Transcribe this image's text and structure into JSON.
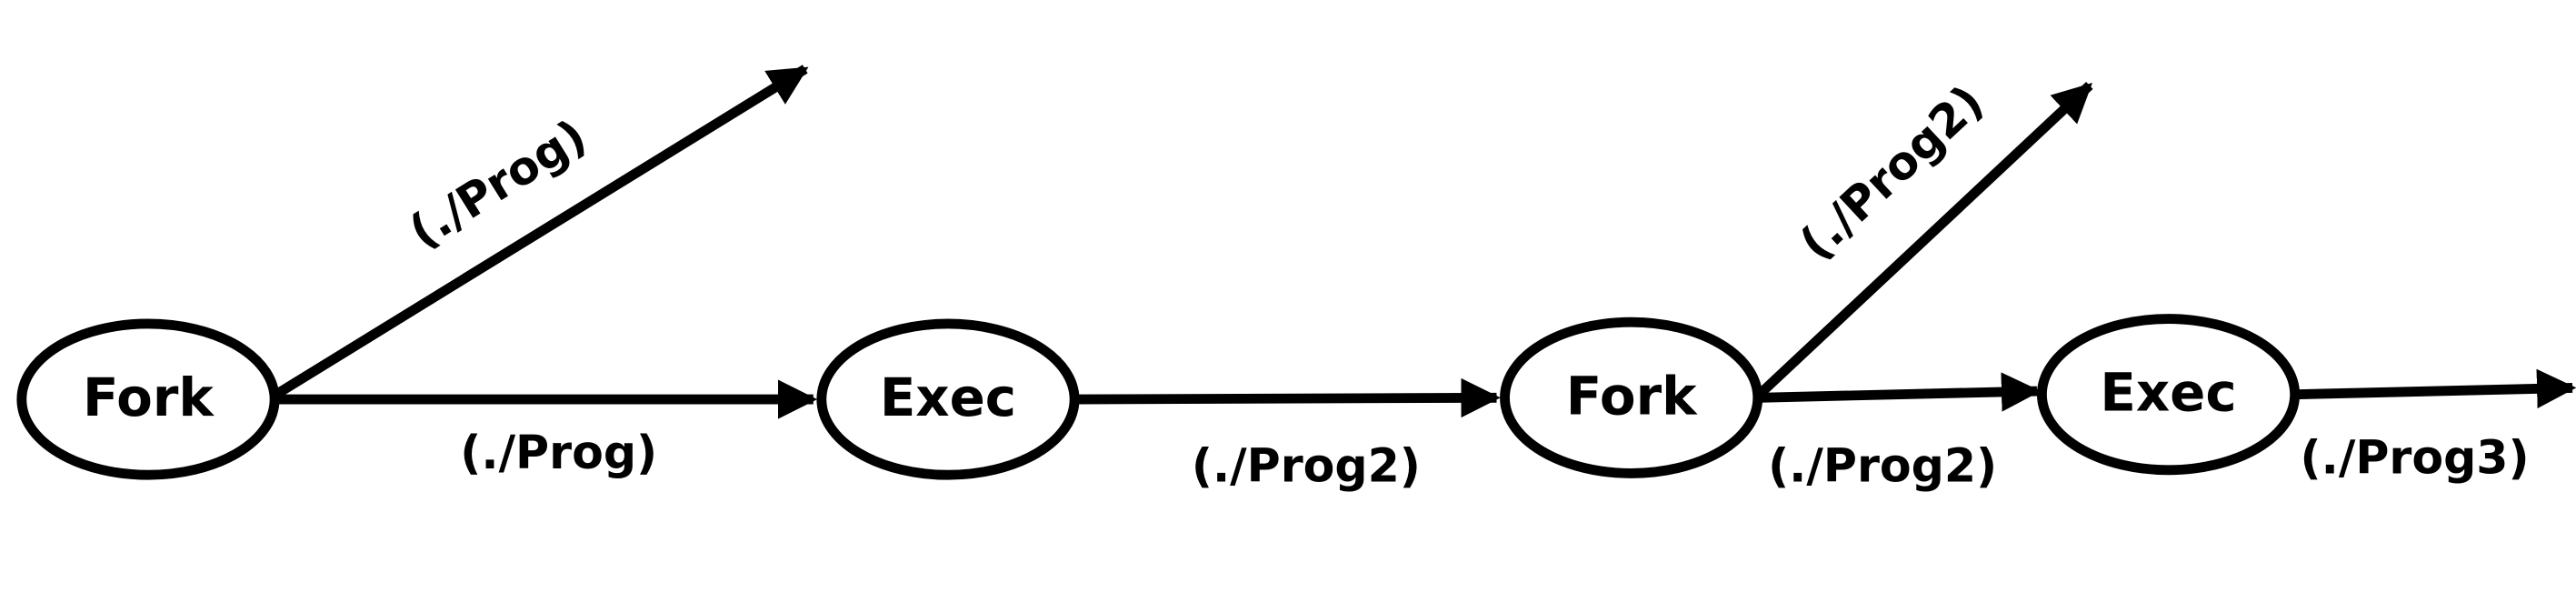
{
  "nodes": [
    {
      "id": "fork1",
      "label": "Fork"
    },
    {
      "id": "exec1",
      "label": "Exec"
    },
    {
      "id": "fork2",
      "label": "Fork"
    },
    {
      "id": "exec2",
      "label": "Exec"
    }
  ],
  "edges": [
    {
      "from": "fork1",
      "to": "out-up-1",
      "label": "(./Prog)"
    },
    {
      "from": "fork1",
      "to": "exec1",
      "label": "(./Prog)"
    },
    {
      "from": "exec1",
      "to": "fork2",
      "label": "(./Prog2)"
    },
    {
      "from": "fork2",
      "to": "out-up-2",
      "label": "(./Prog2)"
    },
    {
      "from": "fork2",
      "to": "exec2",
      "label": "(./Prog2)"
    },
    {
      "from": "exec2",
      "to": "out-right",
      "label": "(./Prog3)"
    }
  ],
  "colors": {
    "stroke": "#000000",
    "background": "#ffffff"
  }
}
